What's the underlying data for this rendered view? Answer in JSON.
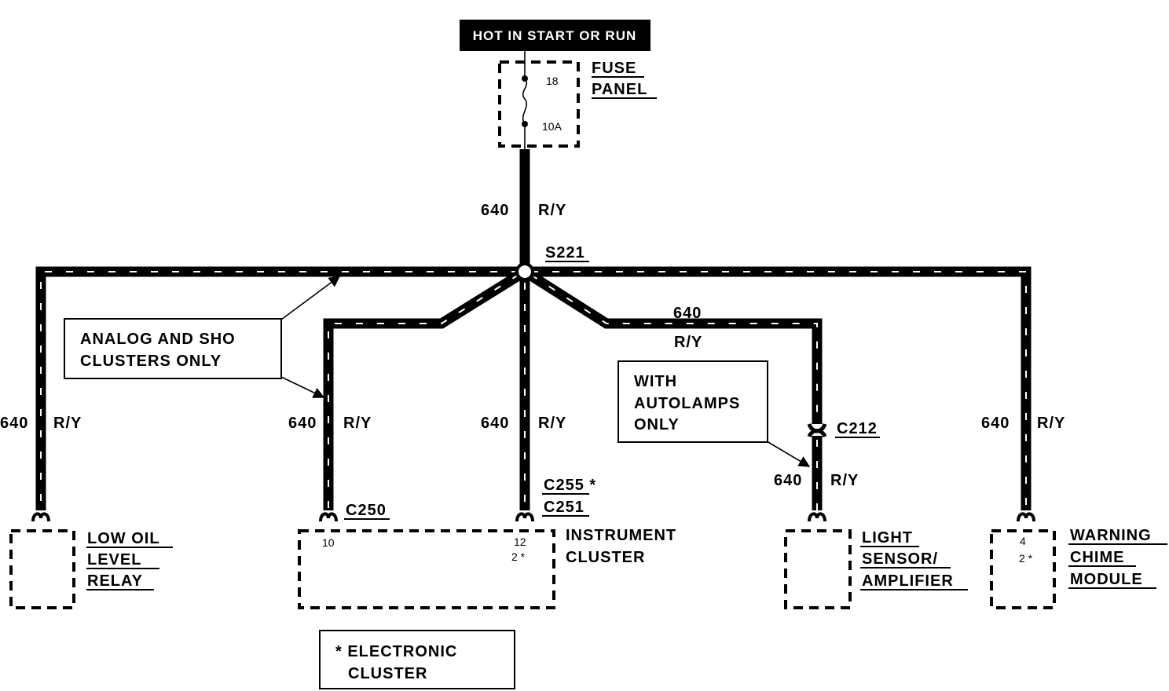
{
  "header": {
    "label": "HOT IN START OR RUN"
  },
  "fuse": {
    "number": "18",
    "rating": "10A",
    "label_line1": "FUSE",
    "label_line2": "PANEL"
  },
  "wire": {
    "circuit": "640",
    "color": "R/Y"
  },
  "splice": {
    "id": "S221"
  },
  "connectors": {
    "c250": "C250",
    "c255": "C255 *",
    "c251": "C251",
    "c212": "C212"
  },
  "components": {
    "low_oil": {
      "line1": "LOW OIL",
      "line2": "LEVEL",
      "line3": "RELAY"
    },
    "instrument": {
      "line1": "INSTRUMENT",
      "line2": "CLUSTER",
      "pin_left": "10",
      "pin_right1": "12",
      "pin_right2": "2 *"
    },
    "light_sensor": {
      "line1": "LIGHT",
      "line2": "SENSOR/",
      "line3": "AMPLIFIER"
    },
    "chime": {
      "line1": "WARNING",
      "line2": "CHIME",
      "line3": "MODULE",
      "pin1": "4",
      "pin2": "2 *"
    }
  },
  "notes": {
    "analog": {
      "line1": "ANALOG AND SHO",
      "line2": "CLUSTERS ONLY"
    },
    "autolamps": {
      "line1": "WITH",
      "line2": "AUTOLAMPS",
      "line3": "ONLY"
    },
    "electronic": {
      "line1": "* ELECTRONIC",
      "line2": "CLUSTER"
    }
  }
}
